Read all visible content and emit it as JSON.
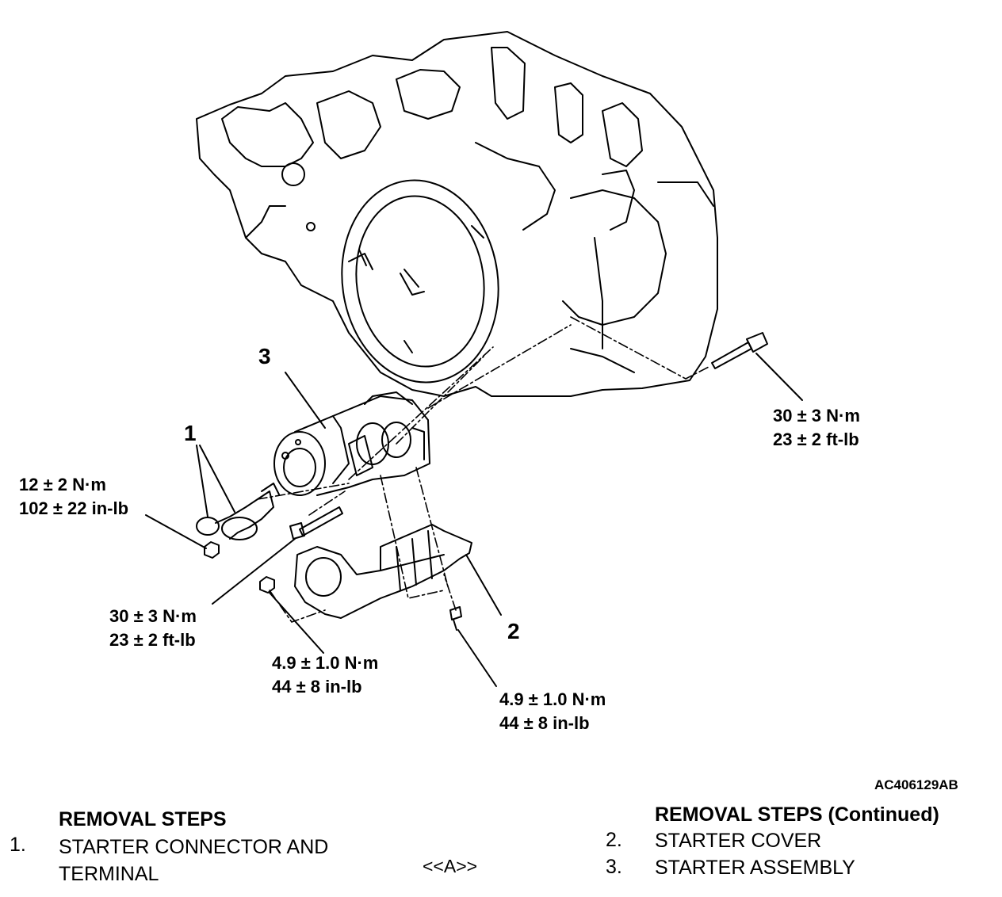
{
  "figure_code": "AC406129AB",
  "callouts": [
    "1",
    "2",
    "3"
  ],
  "torques": {
    "t_upper_bolt": [
      "30 ± 3 N·m",
      "23 ± 2 ft-lb"
    ],
    "t_terminal_nut": [
      "12 ± 2 N·m",
      "102 ± 22 in-lb"
    ],
    "t_lower_bolt": [
      "30 ± 3 N·m",
      "23 ± 2 ft-lb"
    ],
    "t_cover_nut": [
      "4.9 ± 1.0 N·m",
      "44 ± 8 in-lb"
    ],
    "t_cover_bolt": [
      "4.9 ± 1.0 N·m",
      "44 ± 8 in-lb"
    ]
  },
  "removal": {
    "heading": "REMOVAL STEPS",
    "heading_cont": "REMOVAL STEPS (Continued)",
    "steps": [
      {
        "num": "1.",
        "line1": "STARTER CONNECTOR AND",
        "line2": "TERMINAL"
      },
      {
        "num": "2.",
        "line1": "STARTER COVER"
      },
      {
        "num": "3.",
        "line1": "STARTER ASSEMBLY"
      }
    ],
    "note": "<<A>>"
  }
}
